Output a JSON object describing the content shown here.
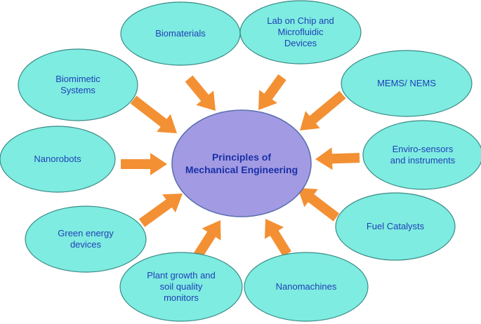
{
  "colors": {
    "satellite_fill": "#7eece0",
    "satellite_stroke": "#3a8a86",
    "hub_fill": "#a29be3",
    "arrow": "#f39033",
    "text": "#1f3fb8"
  },
  "center": {
    "label": "Principles of\nMechanical Engineering"
  },
  "nodes": [
    {
      "id": "biomaterials",
      "label": "Biomaterials"
    },
    {
      "id": "lab-on-chip",
      "label": "Lab on Chip and\nMicrofluidic\nDevices"
    },
    {
      "id": "biomimetic",
      "label": "Biomimetic\nSystems"
    },
    {
      "id": "mems-nems",
      "label": "MEMS/ NEMS"
    },
    {
      "id": "nanorobots",
      "label": "Nanorobots"
    },
    {
      "id": "enviro-sensors",
      "label": "Enviro-sensors\nand instruments"
    },
    {
      "id": "green-energy",
      "label": "Green energy\ndevices"
    },
    {
      "id": "fuel-catalysts",
      "label": "Fuel Catalysts"
    },
    {
      "id": "plant-growth",
      "label": "Plant growth and\nsoil quality\nmonitors"
    },
    {
      "id": "nanomachines",
      "label": "Nanomachines"
    }
  ]
}
